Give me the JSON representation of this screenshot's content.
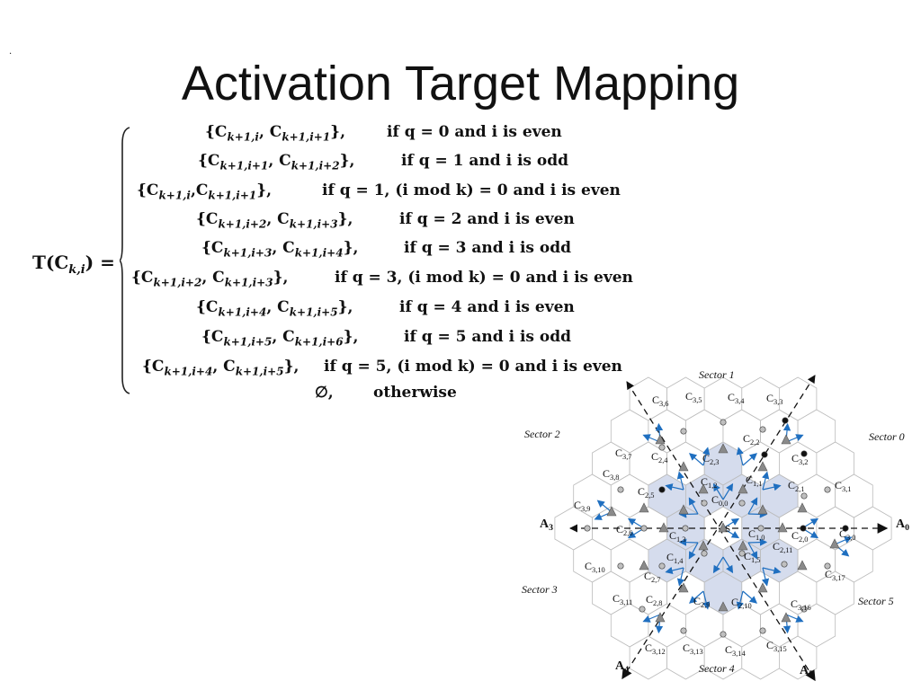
{
  "slide": {
    "marker": ".",
    "title": "Activation Target Mapping"
  },
  "equation": {
    "lhs": "T(C",
    "lhs_sub": "k,i",
    "lhs_tail": ") =",
    "cases": [
      {
        "set": "{C",
        "s1": "k+1,i",
        "mid": ", C",
        "s2": "k+1,i+1",
        "end": "},",
        "cond": "if q = 0 and  i is even"
      },
      {
        "set": "{C",
        "s1": "k+1,i+1",
        "mid": ", C",
        "s2": "k+1,i+2",
        "end": "},",
        "cond": "if q = 1 and  i is odd"
      },
      {
        "set": "{C",
        "s1": "k+1,i",
        "mid": ",C",
        "s2": "k+1,i+1",
        "end": "},",
        "cond": "if q = 1, (i mod k) = 0 and  i is even"
      },
      {
        "set": "{C",
        "s1": "k+1,i+2",
        "mid": ", C",
        "s2": "k+1,i+3",
        "end": "},",
        "cond": "if q = 2 and i is even"
      },
      {
        "set": "{C",
        "s1": "k+1,i+3",
        "mid": ", C",
        "s2": "k+1,i+4",
        "end": "},",
        "cond": "if q = 3 and i is odd"
      },
      {
        "set": "{C",
        "s1": "k+1,i+2",
        "mid": ", C",
        "s2": "k+1,i+3",
        "end": "},",
        "cond": "if q = 3, (i mod k) = 0 and i is even"
      },
      {
        "set": "{C",
        "s1": "k+1,i+4",
        "mid": ", C",
        "s2": "k+1,i+5",
        "end": "},",
        "cond": "if q = 4 and i is even"
      },
      {
        "set": "{C",
        "s1": "k+1,i+5",
        "mid": ", C",
        "s2": "k+1,i+6",
        "end": "},",
        "cond": "if q = 5 and i is odd"
      },
      {
        "set": "{C",
        "s1": "k+1,i+4",
        "mid": ", C",
        "s2": "k+1,i+5",
        "end": "},",
        "cond": "if q = 5, (i mod k) = 0 and i is even"
      },
      {
        "set": "∅,",
        "s1": "",
        "mid": "",
        "s2": "",
        "end": "",
        "cond": "otherwise"
      }
    ]
  },
  "diagram": {
    "sectors": [
      "Sector 0",
      "Sector 1",
      "Sector 2",
      "Sector 3",
      "Sector 4",
      "Sector 5"
    ],
    "axes": [
      {
        "base": "A",
        "sub": "0"
      },
      {
        "base": "A",
        "sub": "3"
      },
      {
        "base": "A",
        "sub": "4"
      },
      {
        "base": "A",
        "sub": "5"
      }
    ],
    "center_label": "S",
    "cells": [
      {
        "b": "C",
        "s": "0,0"
      },
      {
        "b": "C",
        "s": "1,0"
      },
      {
        "b": "C",
        "s": "1,1"
      },
      {
        "b": "C",
        "s": "1,2"
      },
      {
        "b": "C",
        "s": "1,3"
      },
      {
        "b": "C",
        "s": "1,4"
      },
      {
        "b": "C",
        "s": "1,5"
      },
      {
        "b": "C",
        "s": "2,0"
      },
      {
        "b": "C",
        "s": "2,1"
      },
      {
        "b": "C",
        "s": "2,2"
      },
      {
        "b": "C",
        "s": "2,3"
      },
      {
        "b": "C",
        "s": "2,4"
      },
      {
        "b": "C",
        "s": "2,5"
      },
      {
        "b": "C",
        "s": "2,6"
      },
      {
        "b": "C",
        "s": "2,7"
      },
      {
        "b": "C",
        "s": "2,8"
      },
      {
        "b": "C",
        "s": "2,9"
      },
      {
        "b": "C",
        "s": "2,10"
      },
      {
        "b": "C",
        "s": "2,11"
      },
      {
        "b": "C",
        "s": "3,0"
      },
      {
        "b": "C",
        "s": "3,1"
      },
      {
        "b": "C",
        "s": "3,2"
      },
      {
        "b": "C",
        "s": "3,3"
      },
      {
        "b": "C",
        "s": "3,4"
      },
      {
        "b": "C",
        "s": "3,5"
      },
      {
        "b": "C",
        "s": "3,6"
      },
      {
        "b": "C",
        "s": "3,7"
      },
      {
        "b": "C",
        "s": "3,8"
      },
      {
        "b": "C",
        "s": "3,9"
      },
      {
        "b": "C",
        "s": "3,10"
      },
      {
        "b": "C",
        "s": "3,11"
      },
      {
        "b": "C",
        "s": "3,12"
      },
      {
        "b": "C",
        "s": "3,13"
      },
      {
        "b": "C",
        "s": "3,14"
      },
      {
        "b": "C",
        "s": "3,15"
      },
      {
        "b": "C",
        "s": "3,16"
      },
      {
        "b": "C",
        "s": "3,17"
      }
    ],
    "colors": {
      "shaded": "#d5dced",
      "arrow": "#1f6fc0",
      "triangle": "#8a8a8a",
      "hex_stroke": "#bbbbbb"
    }
  }
}
